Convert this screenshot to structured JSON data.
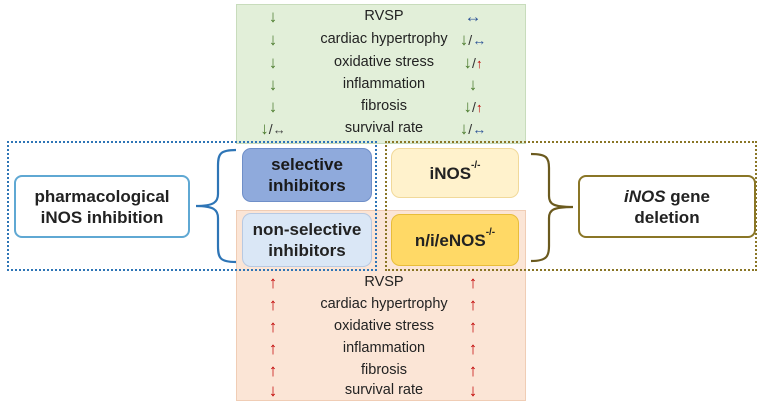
{
  "inhibitors": {
    "selective": "selective inhibitors",
    "non_selective": "non-selective inhibitors"
  },
  "knockout": {
    "inos_base": "iNOS",
    "inos_sup": "-/-",
    "nie_base": "n/i/eNOS",
    "nie_sup": "-/-"
  },
  "groups": {
    "pharmacological": "pharmacological iNOS inhibition",
    "gene_italic": "iNOS",
    "gene_rest": " gene deletion"
  },
  "symbols": {
    "down": "↓",
    "up": "↑",
    "unchanged": "↔",
    "slash": "/"
  },
  "top_effects": [
    {
      "label": "RVSP"
    },
    {
      "label": "cardiac hypertrophy"
    },
    {
      "label": "oxidative stress"
    },
    {
      "label": "inflammation"
    },
    {
      "label": "fibrosis"
    },
    {
      "label": "survival rate"
    }
  ],
  "bottom_effects": [
    {
      "label": "RVSP"
    },
    {
      "label": "cardiac hypertrophy"
    },
    {
      "label": "oxidative stress"
    },
    {
      "label": "inflammation"
    },
    {
      "label": "fibrosis"
    },
    {
      "label": "survival rate"
    }
  ],
  "colors": {
    "green_panel": "#e2efd9",
    "orange_panel": "#fbe5d6",
    "down_arrow": "#4a7a2c",
    "up_arrow": "#c00000",
    "unchanged_arrow": "#2f5597",
    "pharma_border": "#2e75b6",
    "gene_border": "#8a7626"
  }
}
